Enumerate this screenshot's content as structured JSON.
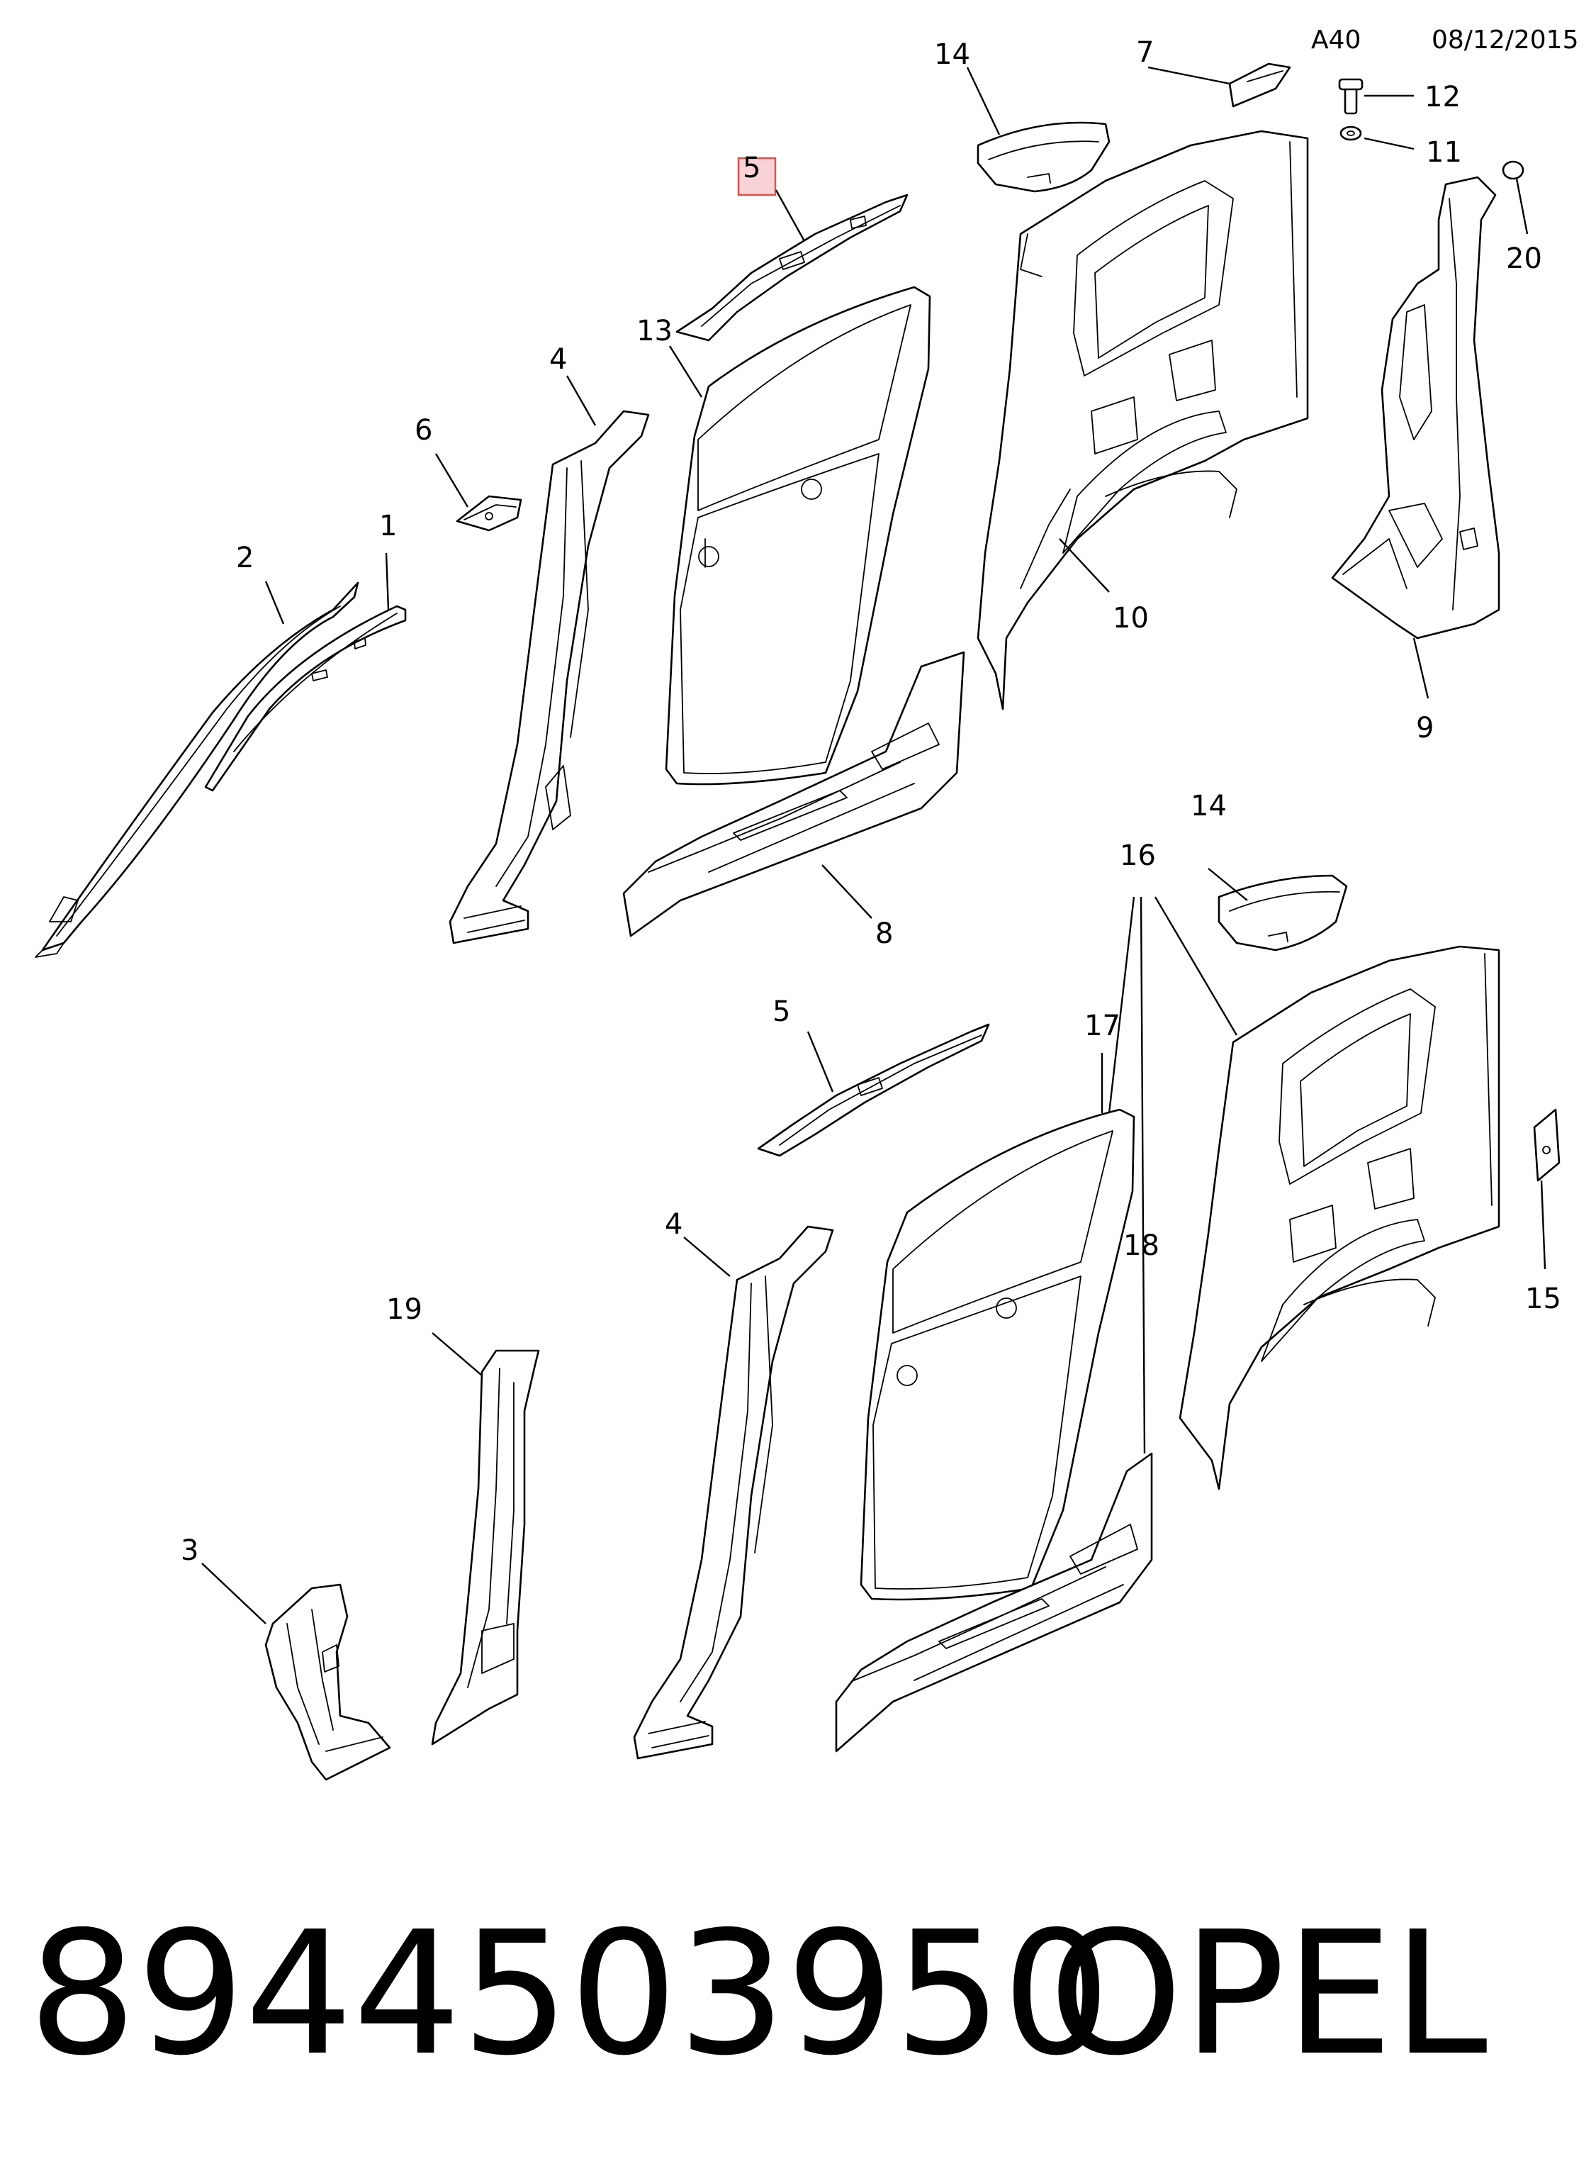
{
  "header": {
    "code": "A40",
    "date": "08/12/2015"
  },
  "callouts": {
    "c1": "1",
    "c2": "2",
    "c3": "3",
    "c4a": "4",
    "c4b": "4",
    "c5a": "5",
    "c5b": "5",
    "c6": "6",
    "c7": "7",
    "c8": "8",
    "c9": "9",
    "c10": "10",
    "c11": "11",
    "c12": "12",
    "c13": "13",
    "c14a": "14",
    "c14b": "14",
    "c15": "15",
    "c16": "16",
    "c17": "17",
    "c18": "18",
    "c19": "19",
    "c20": "20"
  },
  "footer": {
    "part_number": "8944503950",
    "brand": "OPEL"
  },
  "colors": {
    "highlight_fill": "#f8d2d6",
    "highlight_stroke": "#d9534f",
    "line": "#000000"
  }
}
